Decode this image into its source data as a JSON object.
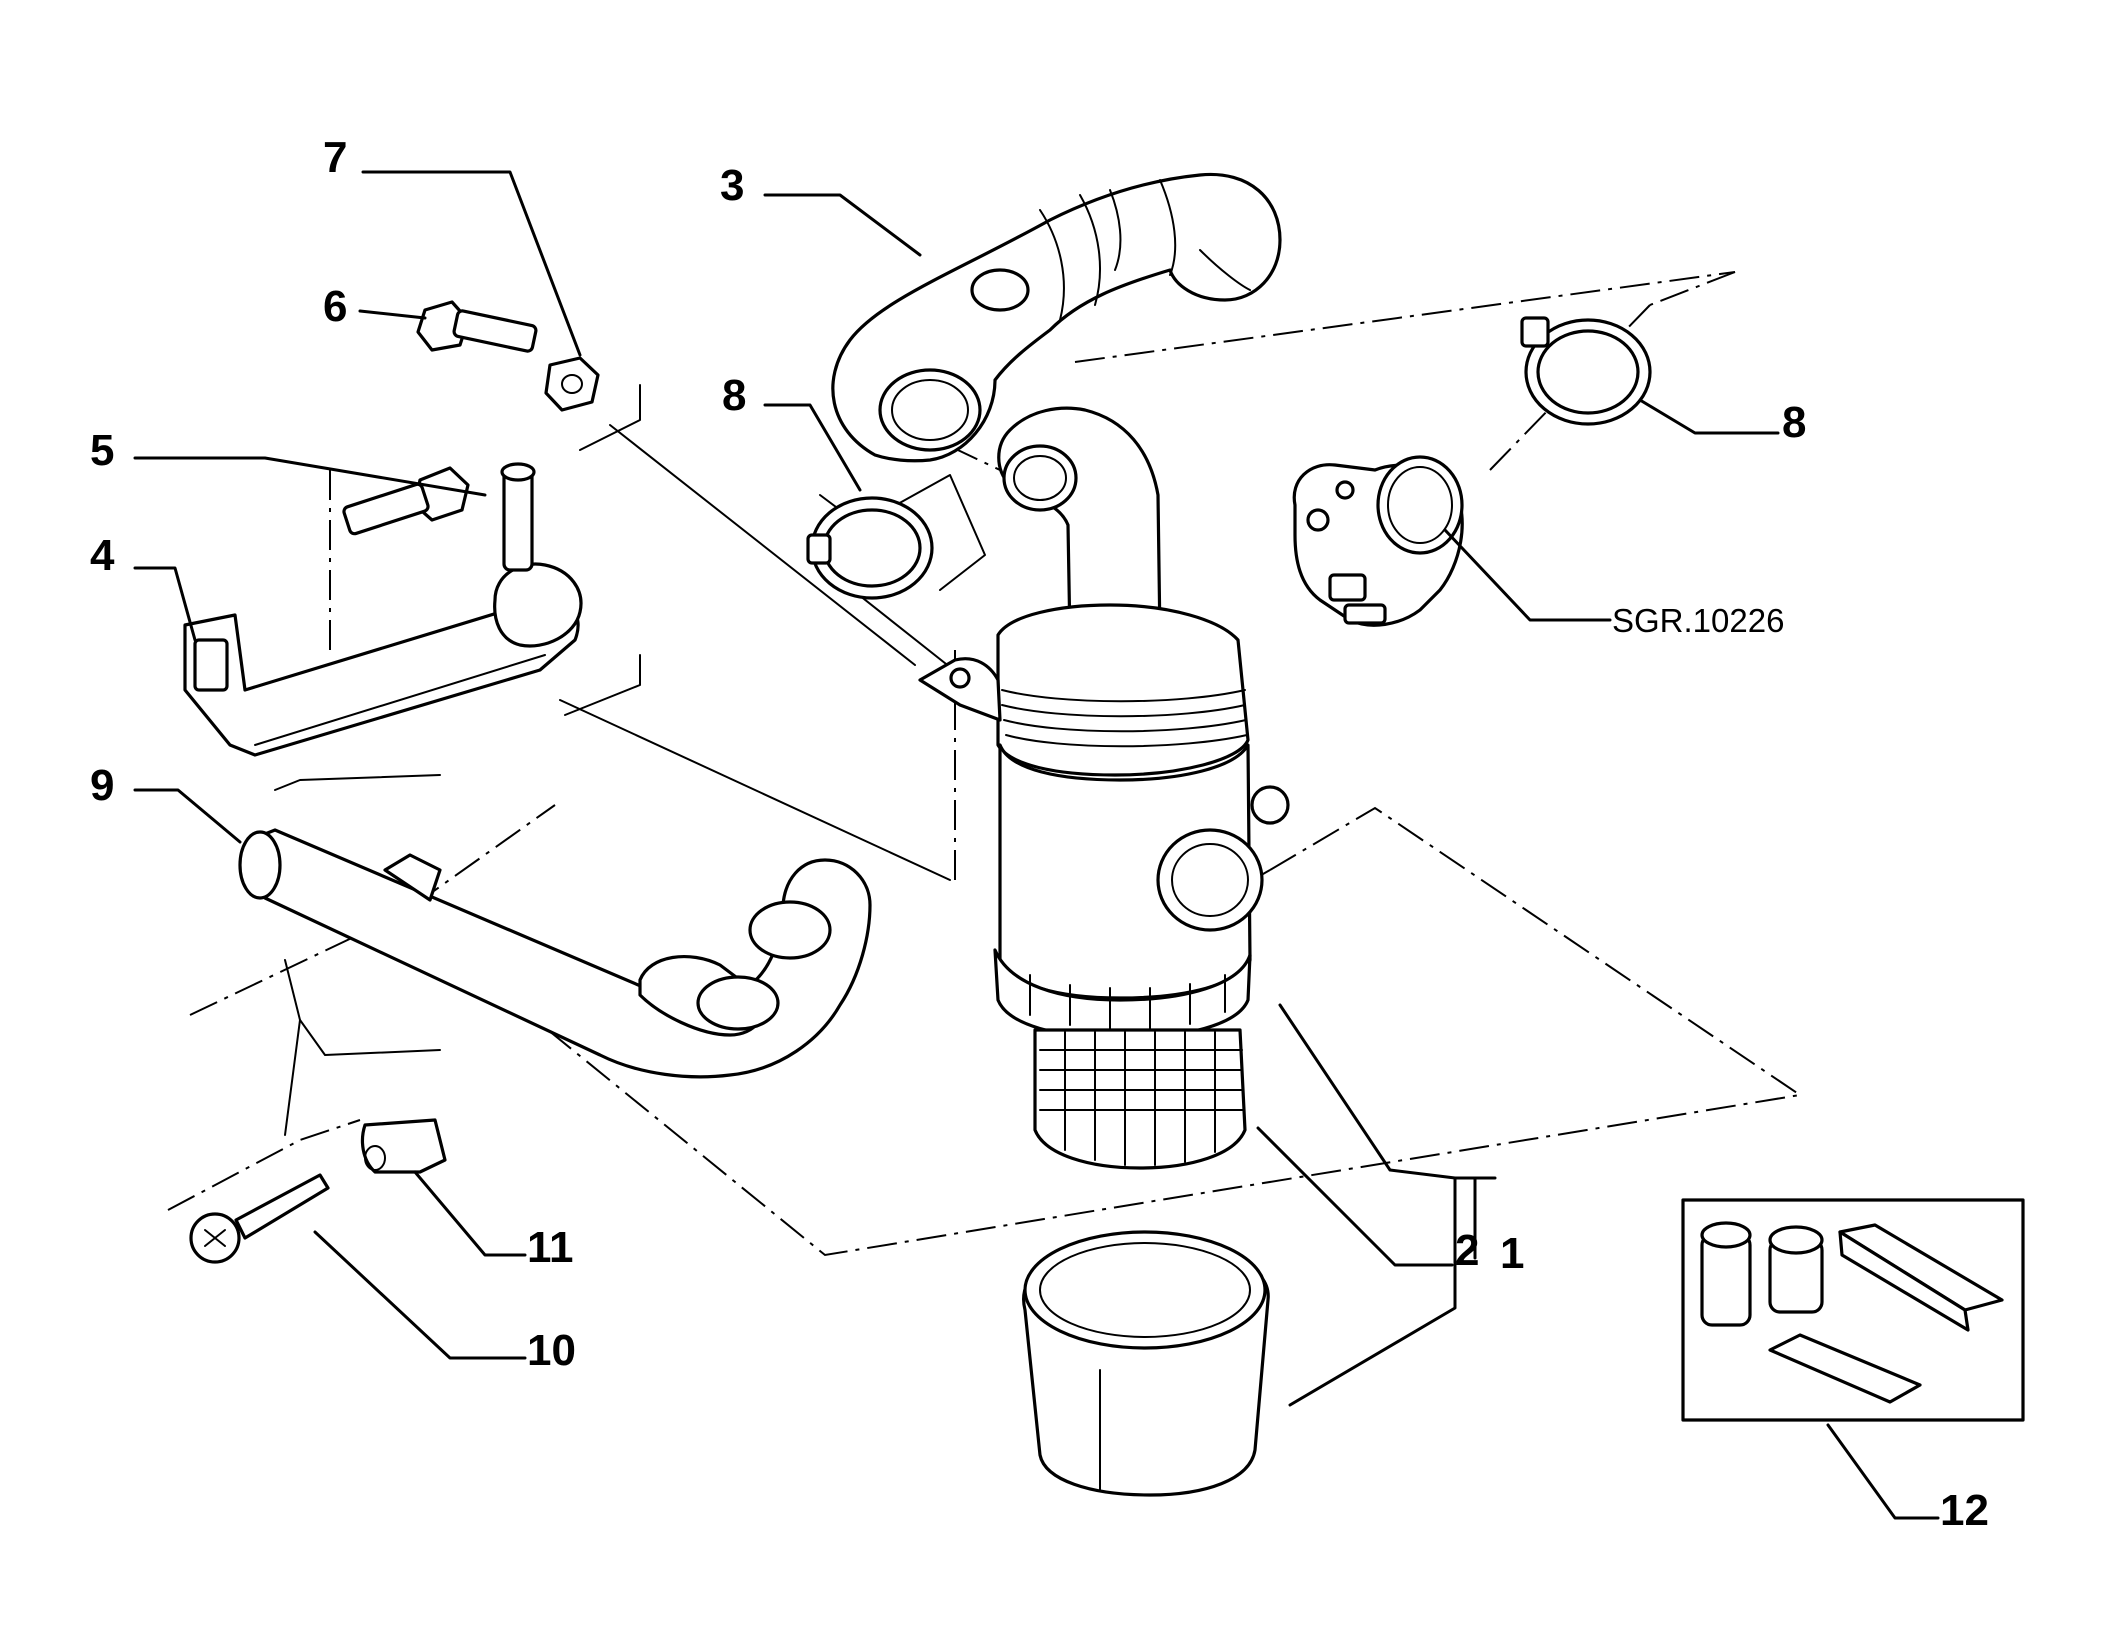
{
  "diagram": {
    "labels": {
      "l1": "1",
      "l2": "2",
      "l3": "3",
      "l4": "4",
      "l5": "5",
      "l6": "6",
      "l7": "7",
      "l8a": "8",
      "l8b": "8",
      "l9": "9",
      "l10": "10",
      "l11": "11",
      "l12": "12"
    },
    "reference": "SGR.10226"
  },
  "icons": {
    "air_filter_housing": "air-filter-housing-icon",
    "filter_cup": "filter-cup-icon",
    "intake_hose": "intake-hose-icon",
    "hose_clamp": "hose-clamp-icon",
    "throttle_body": "throttle-body-icon",
    "service_kit": "filter-kit-icon"
  }
}
